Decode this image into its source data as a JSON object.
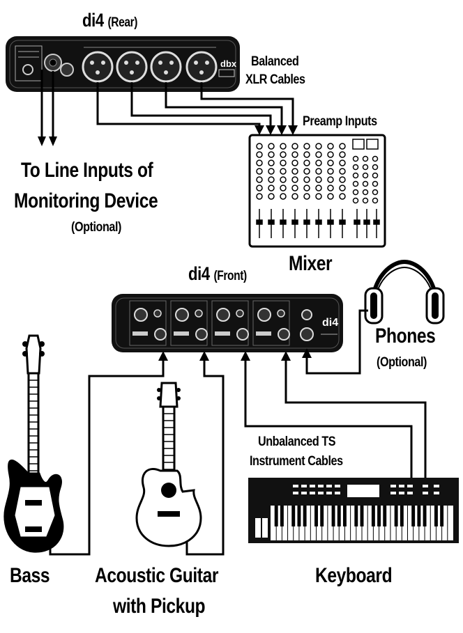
{
  "labels": {
    "di4_rear_name": "di4",
    "di4_rear_tag": "(Rear)",
    "di4_front_name": "di4",
    "di4_front_tag": "(Front)",
    "balanced_line1": "Balanced",
    "balanced_line2": "XLR Cables",
    "preamp_inputs": "Preamp Inputs",
    "line_inputs_line1": "To Line Inputs of",
    "line_inputs_line2": "Monitoring Device",
    "optional_left": "(Optional)",
    "mixer": "Mixer",
    "phones": "Phones",
    "optional_right": "(Optional)",
    "unbalanced_line1": "Unbalanced TS",
    "unbalanced_line2": "Instrument Cables",
    "bass": "Bass",
    "acoustic_line1": "Acoustic Guitar",
    "acoustic_line2": "with Pickup",
    "keyboard": "Keyboard",
    "dbx_logo": "dbx",
    "front_logo": "di4"
  },
  "colors": {
    "ink": "#000000",
    "paper": "#ffffff",
    "device_body": "#111111",
    "device_detail": "#cfcfcf"
  }
}
